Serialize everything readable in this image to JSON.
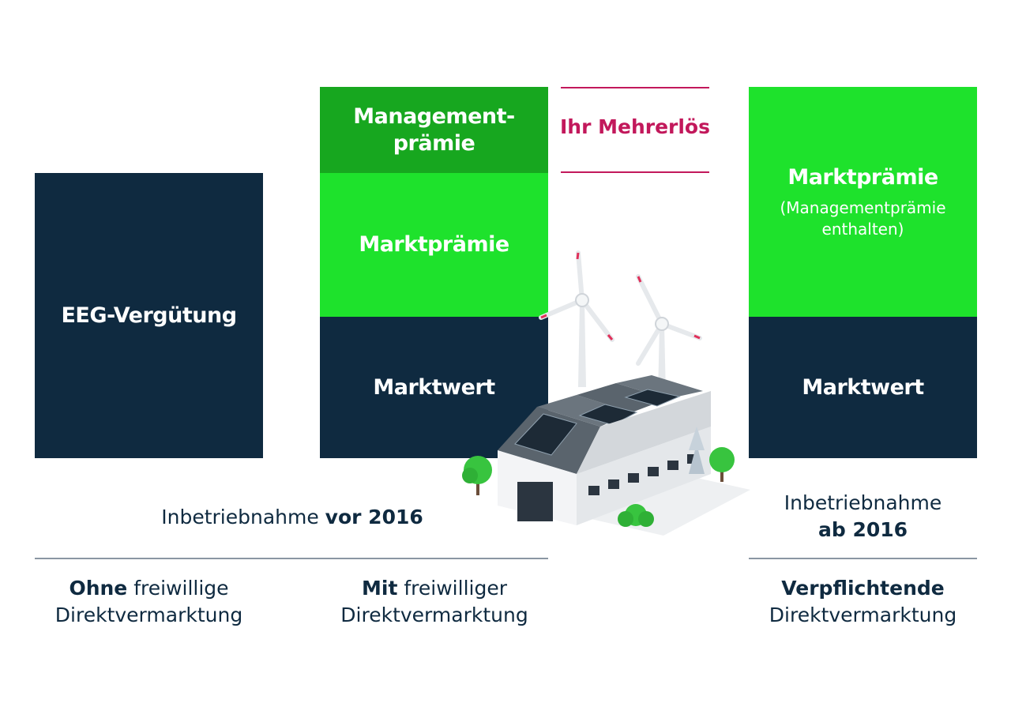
{
  "columns": {
    "eeg": {
      "label": "EEG-Vergütung"
    },
    "mid": {
      "management_praemie": [
        "Management-",
        "prämie"
      ],
      "marktpraemie": "Marktprämie",
      "marktwert": "Marktwert"
    },
    "right": {
      "marktpraemie": "Marktprämie",
      "note": [
        "(Managementprämie",
        "enthalten)"
      ],
      "marktwert": "Marktwert"
    }
  },
  "mehrerloes": "Ihr Mehrerlös",
  "inbetriebnahme_left": {
    "prefix": "Inbetriebnahme ",
    "bold": "vor 2016"
  },
  "inbetriebnahme_right": {
    "line1": "Inbetriebnahme",
    "bold": "ab 2016"
  },
  "captions": {
    "left": {
      "bold": "Ohne",
      "rest": " freiwillige",
      "line2": "Direktvermarktung"
    },
    "mid": {
      "bold": "Mit",
      "rest": " freiwilliger",
      "line2": "Direktvermarktung"
    },
    "right": {
      "bold": "Verpflichtende",
      "line2": "Direktvermarktung"
    }
  },
  "colors": {
    "navy": "#0f2a40",
    "green": "#1ee22c",
    "dark_green": "#17a71f",
    "accent": "#c2185b"
  }
}
